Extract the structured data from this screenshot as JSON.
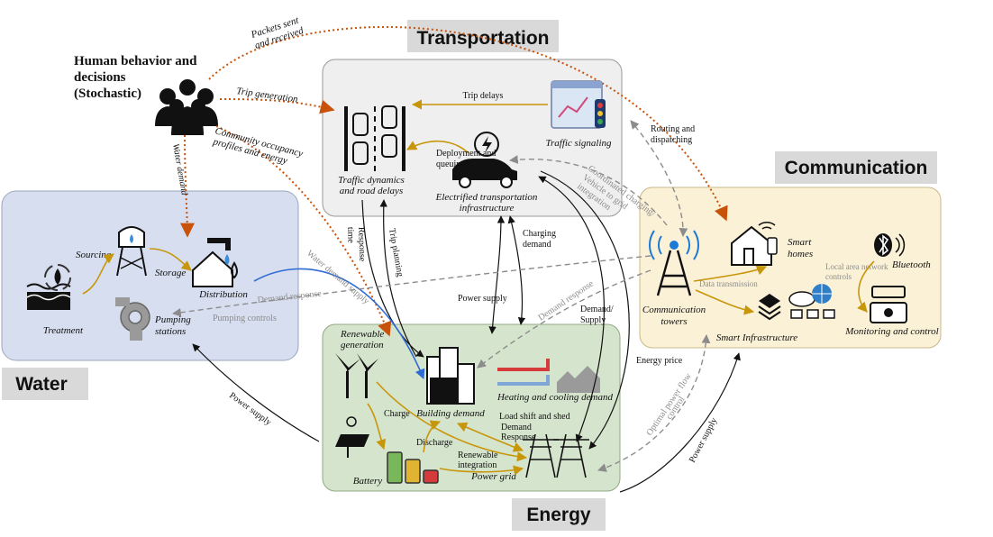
{
  "sections": {
    "transportation": "Transportation",
    "communication": "Communication",
    "water": "Water",
    "energy": "Energy"
  },
  "human": {
    "line1": "Human behavior and",
    "line2": "decisions",
    "line3": "(Stochastic)"
  },
  "transport": {
    "traffic_dynamics_1": "Traffic dynamics",
    "traffic_dynamics_2": "and road delays",
    "trip_delays": "Trip delays",
    "traffic_signaling": "Traffic signaling",
    "deployment_1": "Deployment and",
    "deployment_2": "queuing",
    "etransport_1": "Electrified transportation",
    "etransport_2": "infrastructure"
  },
  "water": {
    "sourcing": "Sourcing",
    "storage": "Storage",
    "treatment": "Treatment",
    "distribution": "Distribution",
    "pumping_1": "Pumping",
    "pumping_2": "stations"
  },
  "comm": {
    "smart_homes_1": "Smart",
    "smart_homes_2": "homes",
    "bluetooth": "Bluetooth",
    "lan_1": "Local area network",
    "lan_2": "controls",
    "data_transmission": "Data transmission",
    "towers_1": "Communication",
    "towers_2": "towers",
    "smart_infra": "Smart Infrastructure",
    "monitoring": "Monitoring and control"
  },
  "energy": {
    "renewable_1": "Renewable",
    "renewable_2": "generation",
    "heating": "Heating and cooling demand",
    "building": "Building demand",
    "charge": "Charge",
    "discharge": "Discharge",
    "load_shift": "Load shift and shed",
    "demand": "Demand",
    "response": "Response",
    "renewable_int_1": "Renewable",
    "renewable_int_2": "integration",
    "power_grid": "Power grid",
    "battery": "Battery"
  },
  "links": {
    "packets_1": "Packets sent",
    "packets_2": "and received",
    "trip_generation": "Trip generation",
    "community_1": "Community occupancy",
    "community_2": "profiles and energy",
    "water_demand": "Water demand",
    "response_1": "Response",
    "response_2": "time",
    "trip_planning": "Trip planning",
    "charging_1": "Charging",
    "charging_2": "demand",
    "power_supply_mid": "Power supply",
    "demand_supply_1": "Demand/",
    "demand_supply_2": "Supply",
    "energy_price": "Energy price",
    "routing_1": "Routing and",
    "routing_2": "dispatching",
    "coordinated_1": "Coordinated charging/",
    "coordinated_2": "Vehicle to grid",
    "coordinated_3": "integration",
    "water_demand_supply": "Water demand supply",
    "demand_response_left": "Demand response",
    "pumping_controls": "Pumping controls",
    "demand_response_mid": "Demand response",
    "optimal_1": "Optimal power flow",
    "optimal_2": "control",
    "power_supply_right": "Power supply",
    "power_supply_left": "Power supply"
  },
  "colors": {
    "transport_bg": "#efefef",
    "water_bg": "#d6deef",
    "energy_bg": "#d5e4cc",
    "comm_bg": "#fbf1d7",
    "label_bg": "#d9d9d9",
    "gold_arrow": "#c8960a",
    "orange_dotted": "#c8520a",
    "blue_arrow": "#2e6bd6",
    "gray_dashed": "#8c8c8c"
  }
}
